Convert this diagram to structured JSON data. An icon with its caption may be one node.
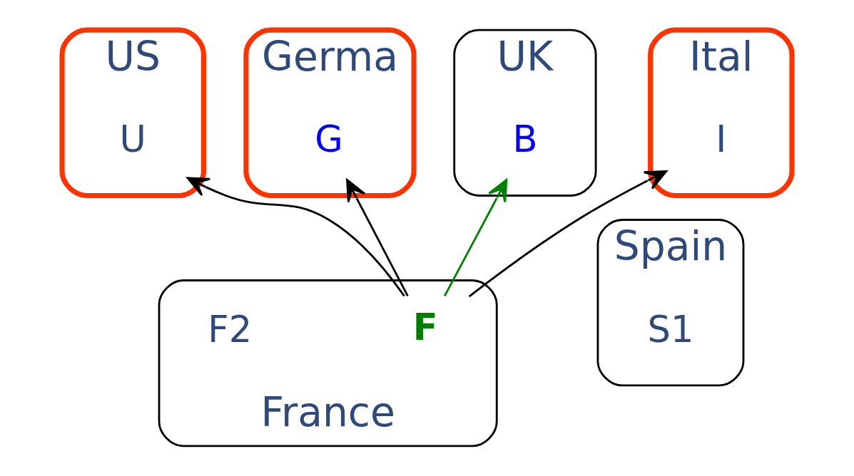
{
  "diagram": {
    "nodes": [
      {
        "text": [
          "US"
        ]
      },
      {
        "text": [
          "U"
        ],
        "in": 0
      },
      {
        "text": [
          "Germa"
        ]
      },
      {
        "text": [
          "G"
        ],
        "in": 2
      },
      {
        "text": [
          "Spain"
        ]
      },
      {
        "text": [
          "S1"
        ],
        "in": 4
      },
      {
        "text": [
          "UK"
        ]
      },
      {
        "text": [
          "B"
        ],
        "in": 6
      },
      {
        "text": [
          "Ital"
        ]
      },
      {
        "text": [
          "I"
        ],
        "in": 8
      },
      {
        "text": [
          "France"
        ]
      },
      {
        "text": [
          "F"
        ],
        "in": 10
      },
      {
        "text": [
          "F2"
        ],
        "in": 10
      }
    ],
    "edges": [
      {
        "from": 11,
        "to": 1,
        "arrow": "to"
      },
      {
        "from": 11,
        "to": 3,
        "arrow": "to"
      },
      {
        "from": 11,
        "to": 9,
        "arrow": "to"
      },
      {
        "from": 11,
        "to": 7,
        "arrow": "to",
        "color": "#008000"
      }
    ]
  }
}
